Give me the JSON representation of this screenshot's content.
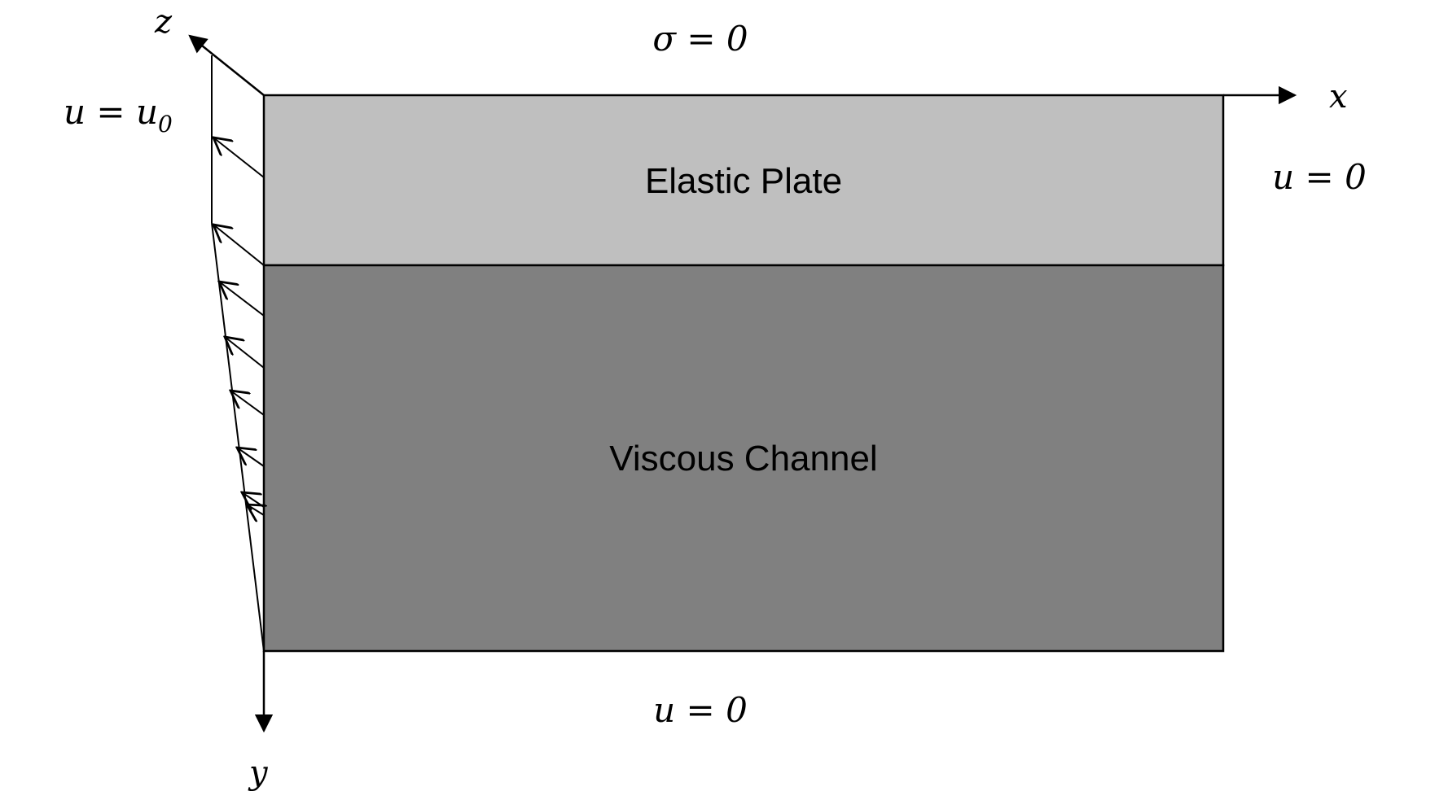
{
  "labels": {
    "z_axis": "z",
    "x_axis": "x",
    "y_axis": "y",
    "top_bc": "σ = 0",
    "left_bc_lhs": "u = u",
    "left_bc_sub": "0",
    "right_bc": "u = 0",
    "bottom_bc": "u = 0",
    "elastic_plate": "Elastic Plate",
    "viscous_channel": "Viscous Channel"
  },
  "colors": {
    "elastic_plate": "#bfbfbf",
    "viscous_channel": "#808080",
    "lines": "#000000",
    "background": "#ffffff"
  },
  "velocity_profile": {
    "description_shown": "linear shear profile arrows along left edge",
    "arrow_count": 8
  }
}
